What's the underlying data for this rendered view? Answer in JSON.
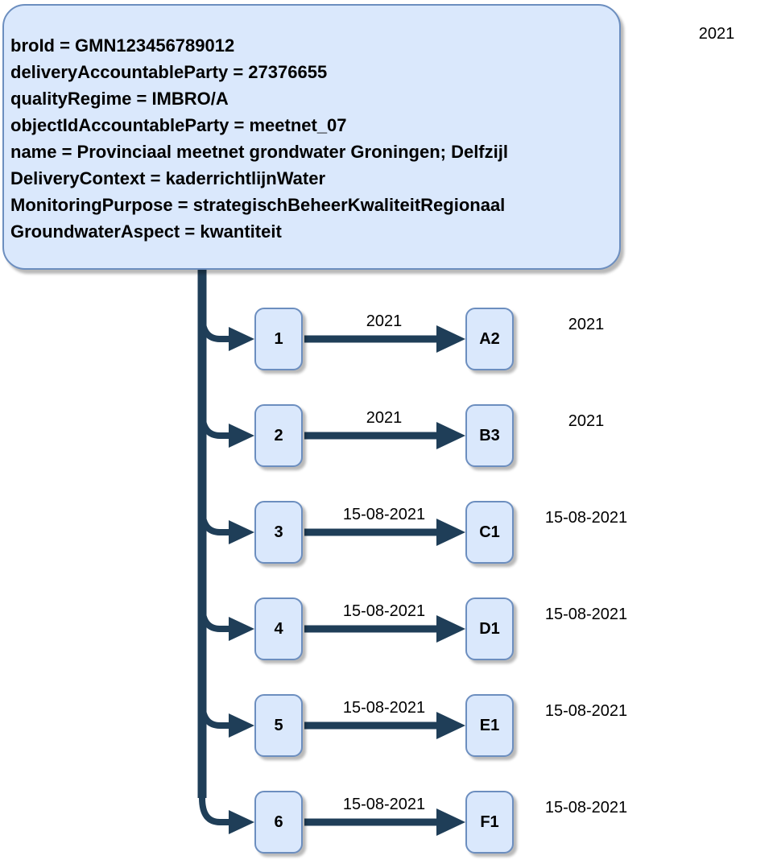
{
  "corner_label": "2021",
  "infobox": {
    "lines": [
      "broId = GMN123456789012",
      "deliveryAccountableParty = 27376655",
      "qualityRegime = IMBRO/A",
      "objectIdAccountableParty = meetnet_07",
      "name = Provinciaal meetnet grondwater Groningen; Delfzijl",
      "DeliveryContext = kaderrichtlijnWater",
      "MonitoringPurpose = strategischBeheerKwaliteitRegionaal",
      "GroundwaterAspect = kwantiteit"
    ]
  },
  "rows": [
    {
      "node": "1",
      "edge_label": "2021",
      "target": "A2",
      "right_label": "2021"
    },
    {
      "node": "2",
      "edge_label": "2021",
      "target": "B3",
      "right_label": "2021"
    },
    {
      "node": "3",
      "edge_label": "15-08-2021",
      "target": "C1",
      "right_label": "15-08-2021"
    },
    {
      "node": "4",
      "edge_label": "15-08-2021",
      "target": "D1",
      "right_label": "15-08-2021"
    },
    {
      "node": "5",
      "edge_label": "15-08-2021",
      "target": "E1",
      "right_label": "15-08-2021"
    },
    {
      "node": "6",
      "edge_label": "15-08-2021",
      "target": "F1",
      "right_label": "15-08-2021"
    }
  ],
  "colors": {
    "box_fill": "#dae8fc",
    "box_border": "#6c8ebf",
    "connector": "#1f3e58"
  }
}
